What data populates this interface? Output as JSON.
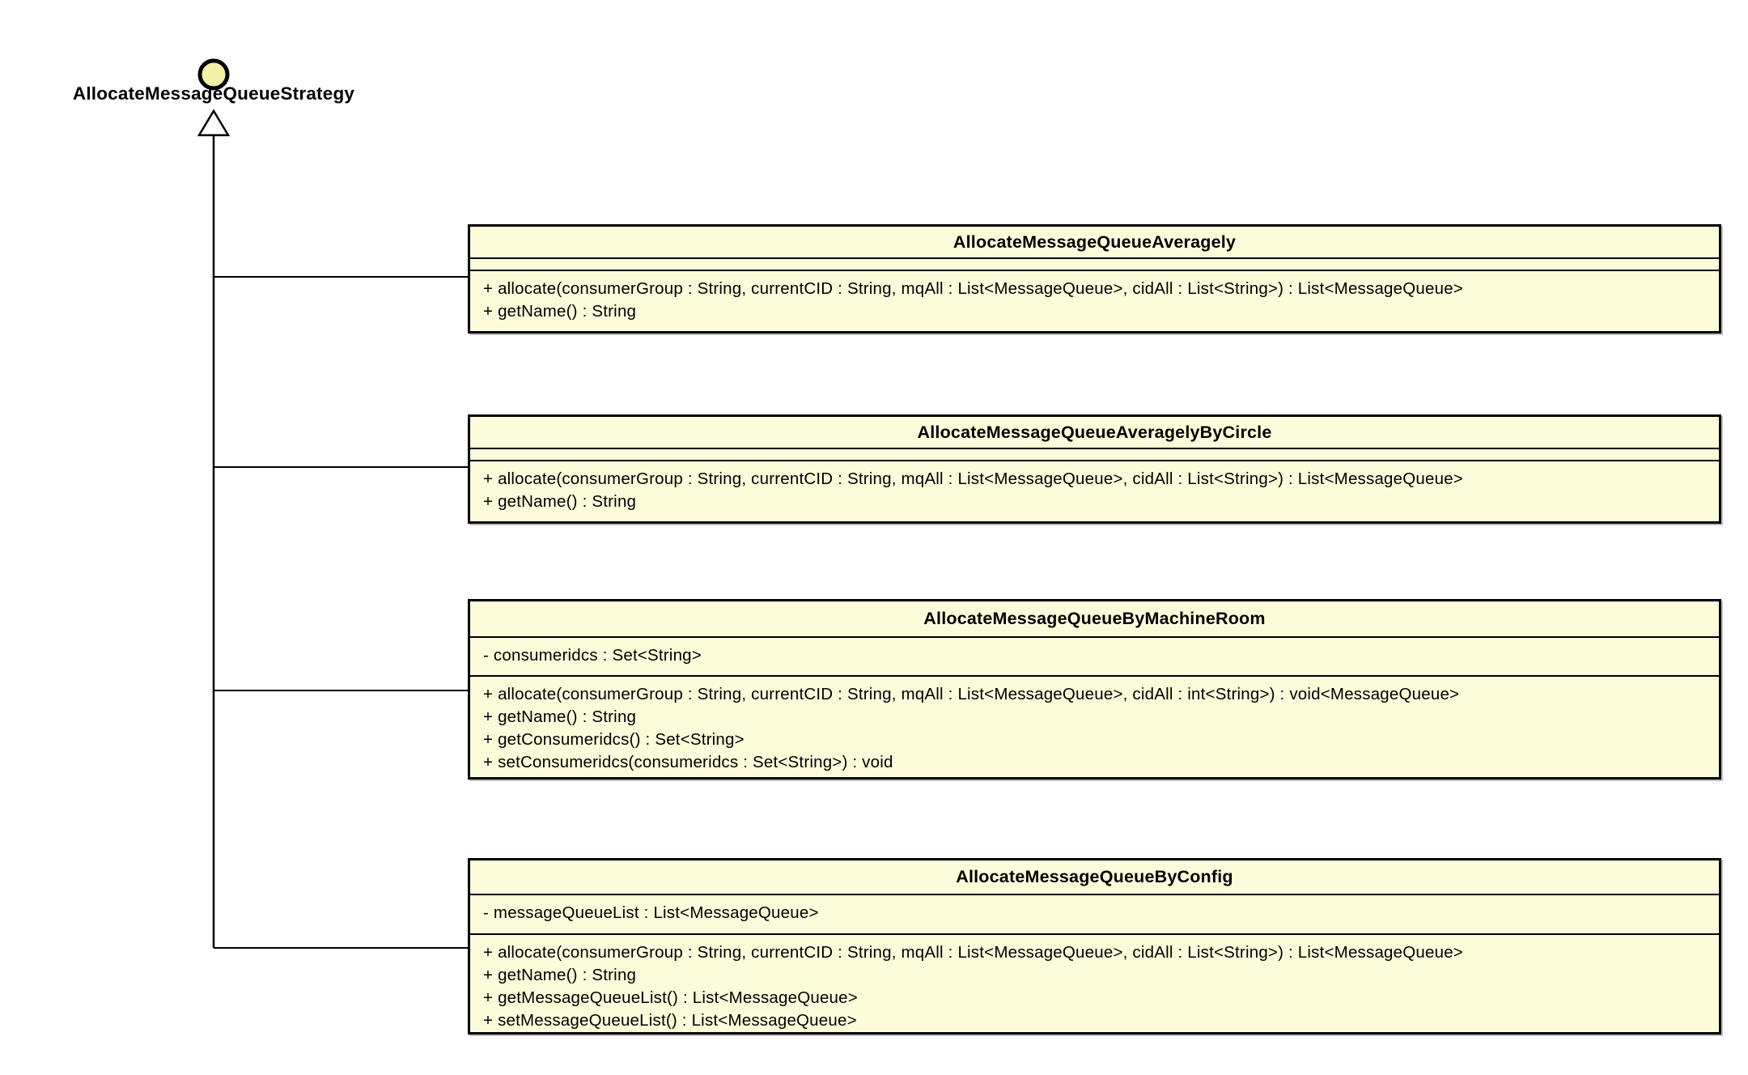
{
  "diagram": {
    "type": "uml-class-diagram",
    "interface": {
      "name": "AllocateMessageQueueStrategy"
    },
    "classes": [
      {
        "name": "AllocateMessageQueueAveragely",
        "attributes": [],
        "methods": [
          "+ allocate(consumerGroup : String, currentCID : String, mqAll : List<MessageQueue>, cidAll : List<String>) : List<MessageQueue>",
          "+ getName() : String"
        ]
      },
      {
        "name": "AllocateMessageQueueAveragelyByCircle",
        "attributes": [],
        "methods": [
          "+ allocate(consumerGroup : String, currentCID : String, mqAll : List<MessageQueue>, cidAll : List<String>) : List<MessageQueue>",
          "+ getName() : String"
        ]
      },
      {
        "name": "AllocateMessageQueueByMachineRoom",
        "attributes": [
          "- consumeridcs : Set<String>"
        ],
        "methods": [
          "+ allocate(consumerGroup : String, currentCID : String, mqAll : List<MessageQueue>, cidAll : int<String>) : void<MessageQueue>",
          "+ getName() : String",
          "+ getConsumeridcs() : Set<String>",
          "+ setConsumeridcs(consumeridcs : Set<String>) : void"
        ]
      },
      {
        "name": "AllocateMessageQueueByConfig",
        "attributes": [
          "- messageQueueList : List<MessageQueue>"
        ],
        "methods": [
          "+ allocate(consumerGroup : String, currentCID : String, mqAll : List<MessageQueue>, cidAll : List<String>) : List<MessageQueue>",
          "+ getName() : String",
          "+ getMessageQueueList() : List<MessageQueue>",
          "+ setMessageQueueList() : List<MessageQueue>"
        ]
      }
    ],
    "colors": {
      "class_fill": "#FCFCDB",
      "interface_circle_fill": "#F1F1A8",
      "border": "#000000",
      "background": "#FFFFFF"
    }
  }
}
